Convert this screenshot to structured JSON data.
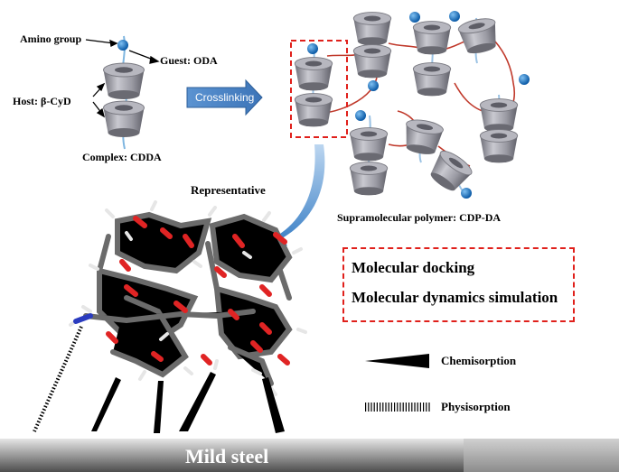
{
  "colors": {
    "accent_red": "#e0201b",
    "arrow_blue": "#3f7fc4",
    "cd_gray": "#8e8e96",
    "amino_blue": "#1a6fb8",
    "bond_red": "#c0392b",
    "steel_dark": "#5a5a5a",
    "steel_light": "#d8d8d8"
  },
  "labels": {
    "amino_group": "Amino group",
    "guest": "Guest: ODA",
    "host": "Host: β-CyD",
    "complex": "Complex: CDDA",
    "crosslinking": "Crosslinking",
    "representative": "Representative",
    "supramolecular": "Supramolecular polymer: CDP-DA",
    "docking": "Molecular docking",
    "dynamics": "Molecular dynamics simulation",
    "chemisorption": "Chemisorption",
    "physisorption": "Physisorption",
    "substrate": "Mild steel"
  },
  "icons": [
    "cyclodextrin-icon",
    "amino-group-icon",
    "molecule-stick-model",
    "wedge-bond-icon",
    "hashed-bond-icon"
  ]
}
